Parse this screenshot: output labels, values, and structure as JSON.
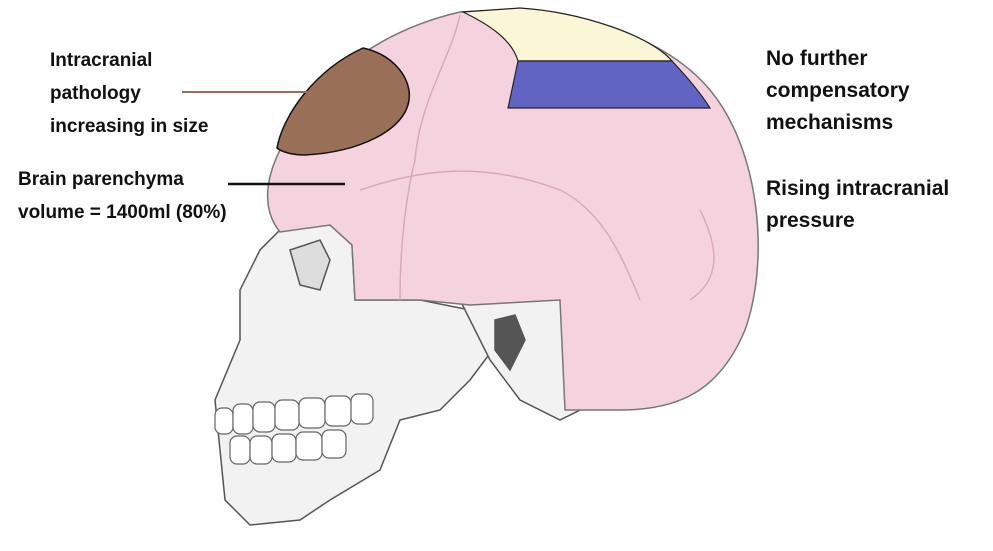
{
  "labels": {
    "pathology": [
      "Intracranial",
      "pathology",
      "increasing in size"
    ],
    "parenchyma": [
      "Brain parenchyma",
      "volume = 1400ml (80%)"
    ],
    "compensation": [
      "No further",
      "compensatory",
      "mechanisms"
    ],
    "pressure": [
      "Rising intracranial",
      "pressure"
    ]
  },
  "colors": {
    "brain": "#f4d3df",
    "pathology": "#9a6f58",
    "csf": "#fbf7d6",
    "blood": "#6164c2",
    "bone": "#f2f2f2"
  }
}
